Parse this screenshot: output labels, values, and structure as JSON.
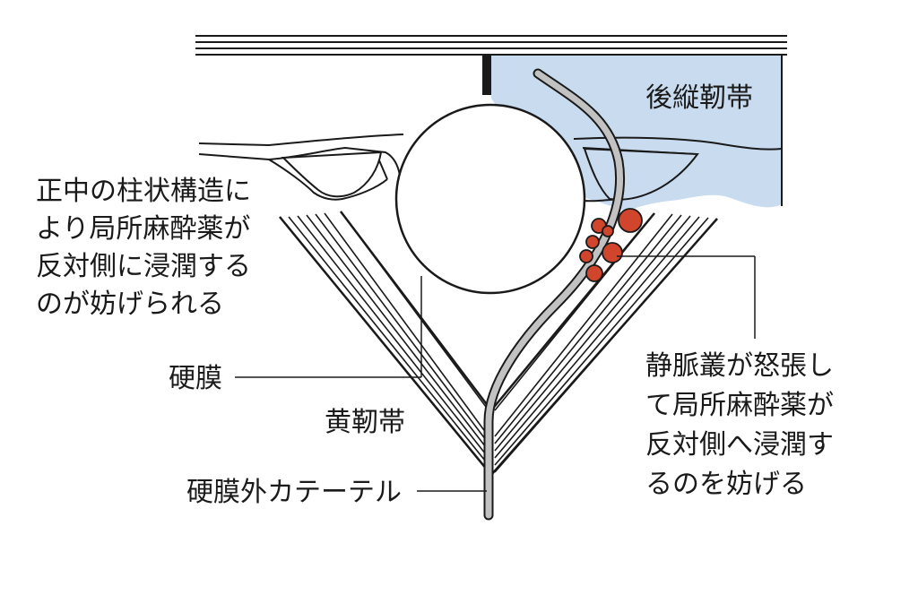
{
  "labels": {
    "posterior_ligament": "後縦靭帯",
    "median_structure": [
      "正中の柱状構造に",
      "より局所麻酔薬が",
      "反対側に浸潤する",
      "のが妨げられる"
    ],
    "dura": "硬膜",
    "ligamentum_flavum": "黄靭帯",
    "catheter": "硬膜外カテーテル",
    "venous_plexus": [
      "静脈叢が怒張し",
      "て局所麻酔薬が",
      "反対側へ浸潤す",
      "るのを妨げる"
    ]
  },
  "colors": {
    "ligament_fill": "#c9dbef",
    "vein_fill": "#d0452c",
    "catheter_fill": "#c2c2c2",
    "line": "#1a1a1a"
  }
}
